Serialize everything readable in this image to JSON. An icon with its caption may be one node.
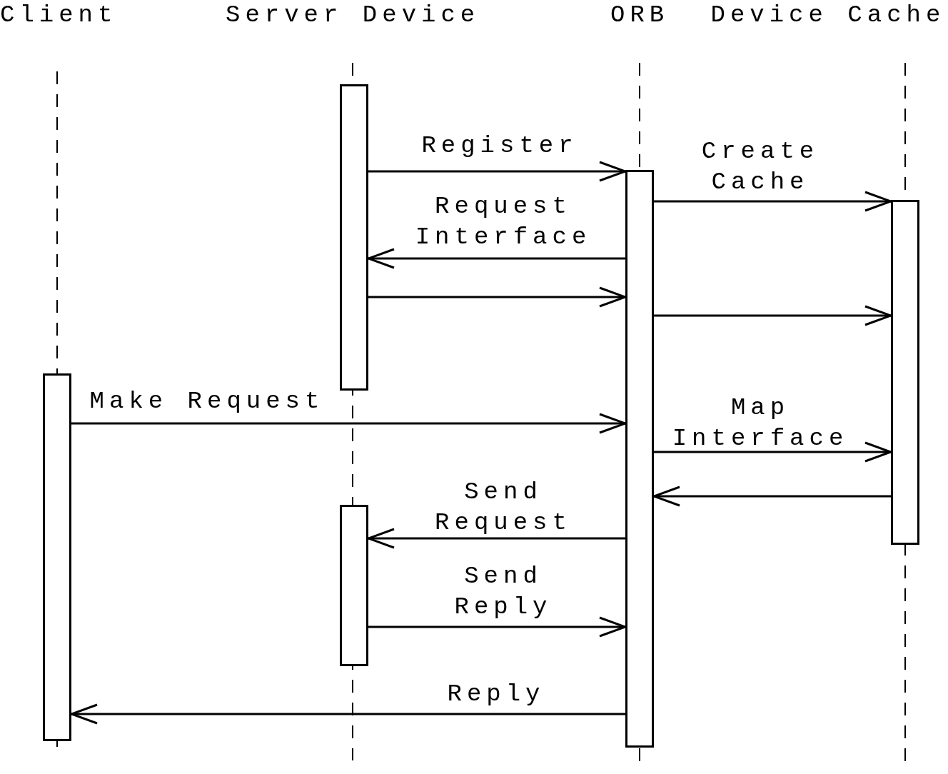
{
  "diagram": {
    "nodes": [
      {
        "text": [
          "Client"
        ]
      },
      {
        "text": [
          "Server Device"
        ]
      },
      {
        "text": [
          "ORB"
        ]
      },
      {
        "text": [
          "Device Cache"
        ]
      },
      {
        "text": [],
        "shape": "bar"
      },
      {
        "text": [],
        "shape": "bar"
      },
      {
        "text": [],
        "shape": "bar"
      },
      {
        "text": [],
        "shape": "bar"
      },
      {
        "text": [],
        "shape": "bar"
      }
    ],
    "edges": [
      {
        "from": 4,
        "to": 5,
        "arrow": "to",
        "label": "Register"
      },
      {
        "from": 5,
        "to": 6,
        "arrow": "to",
        "label": "Create Cache"
      },
      {
        "from": 5,
        "to": 4,
        "arrow": "to",
        "label": "Request Interface"
      },
      {
        "from": 4,
        "to": 5,
        "arrow": "to"
      },
      {
        "from": 5,
        "to": 6,
        "arrow": "to"
      },
      {
        "from": 7,
        "to": 5,
        "arrow": "to",
        "label": "Make Request"
      },
      {
        "from": 5,
        "to": 6,
        "arrow": "to",
        "label": "Map Interface"
      },
      {
        "from": 6,
        "to": 5,
        "arrow": "to"
      },
      {
        "from": 5,
        "to": 8,
        "arrow": "to",
        "label": "Send Request"
      },
      {
        "from": 8,
        "to": 5,
        "arrow": "to",
        "label": "Send Reply"
      },
      {
        "from": 5,
        "to": 7,
        "arrow": "to",
        "label": "Reply"
      }
    ]
  }
}
